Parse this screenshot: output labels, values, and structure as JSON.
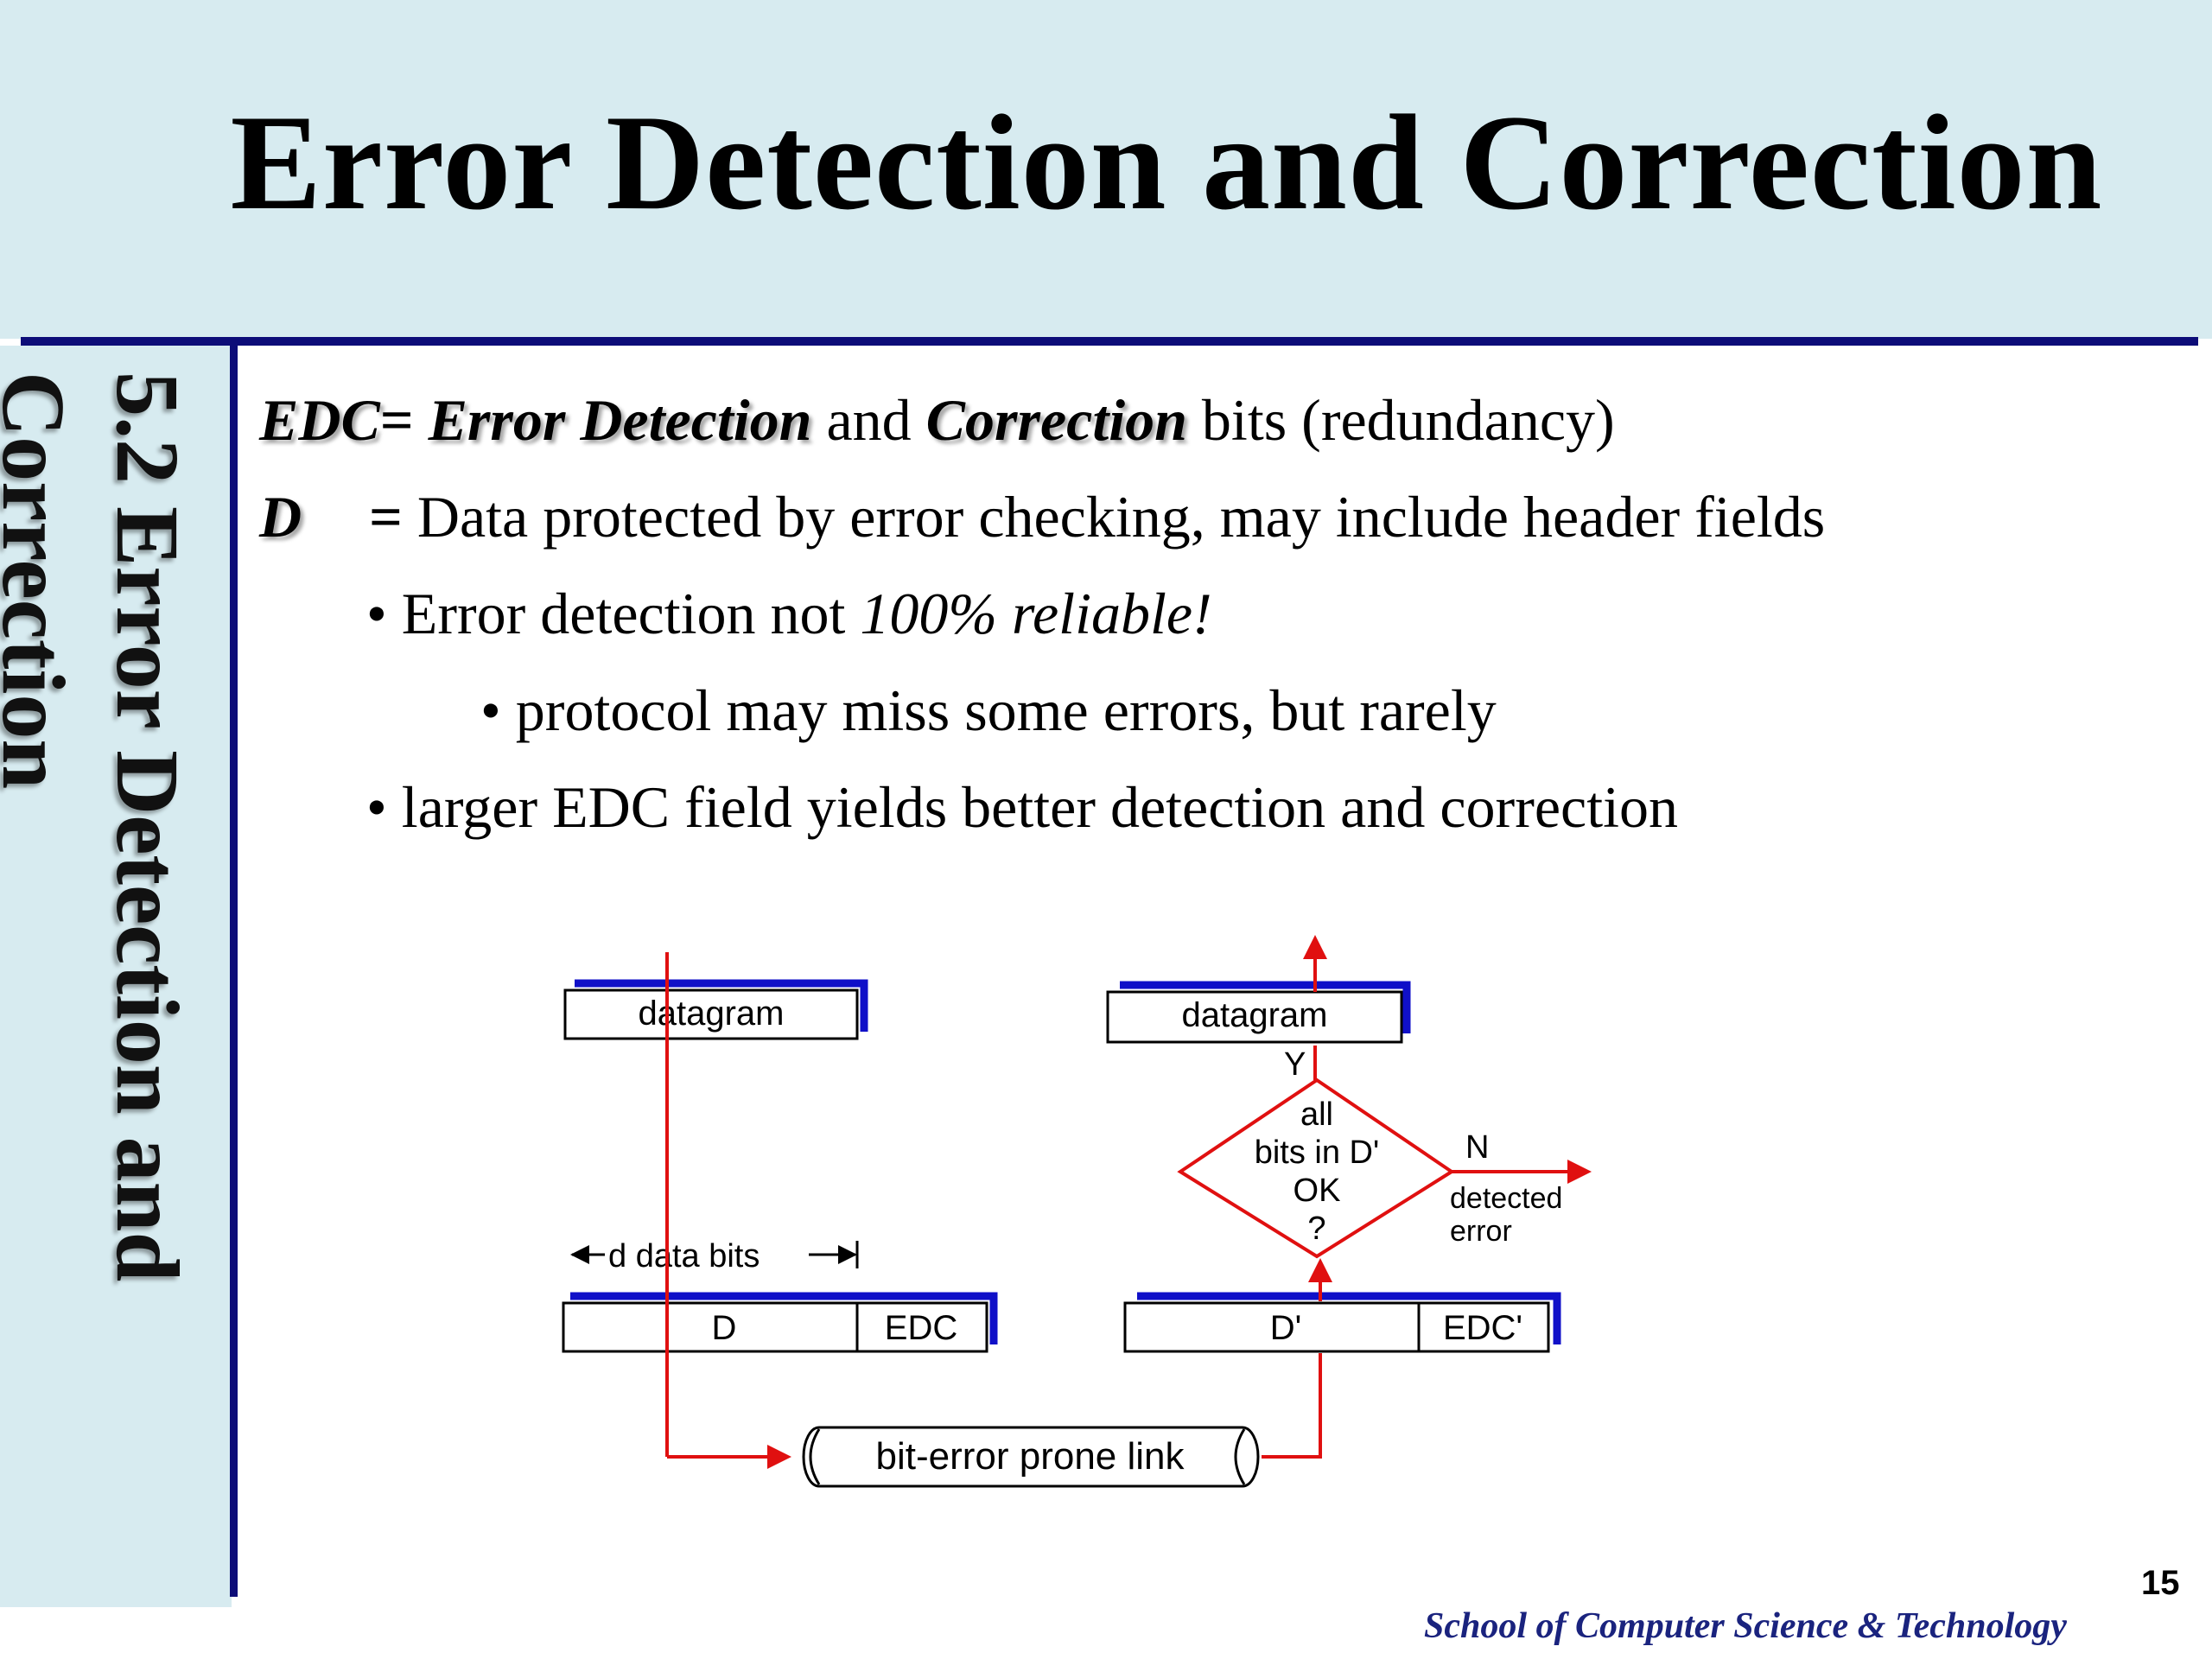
{
  "title": "Error Detection and Correction",
  "side_title": "5.2 Error Detection and Correction",
  "lines": {
    "edc_term": "EDC",
    "edc_eq": "= ",
    "edc_def_1": "Error Detection",
    "edc_and": " and ",
    "edc_def_2": "Correction",
    "edc_rest": " bits (redundancy)",
    "d_term": "D",
    "d_eq": "=",
    "d_rest": " Data protected by error checking, may include header fields",
    "bullet1_pre": "• Error detection not ",
    "bullet1_em": "100% reliable!",
    "bullet1a": "• protocol may miss some errors, but rarely",
    "bullet2": "• larger EDC field yields better detection and correction"
  },
  "diagram": {
    "sender_datagram": "datagram",
    "receiver_datagram": "datagram",
    "data_bits_label": "d data bits",
    "sender_d": "D",
    "sender_edc": "EDC",
    "receiver_d": "D'",
    "receiver_edc": "EDC'",
    "link_label": "bit-error prone link",
    "decision_line1": "all",
    "decision_line2": "bits in D'",
    "decision_line3": "OK",
    "decision_line4": "?",
    "yes_label": "Y",
    "no_label": "N",
    "detected_line1": "detected",
    "detected_line2": "error"
  },
  "footer": {
    "page_number": "15",
    "school": "School of Computer Science & Technology"
  },
  "colors": {
    "header_bg": "#d7ebf0",
    "rule": "#0d0d78",
    "arrow_red": "#e01010",
    "box_accent_blue": "#1010c8",
    "footer_text": "#1a237e"
  }
}
